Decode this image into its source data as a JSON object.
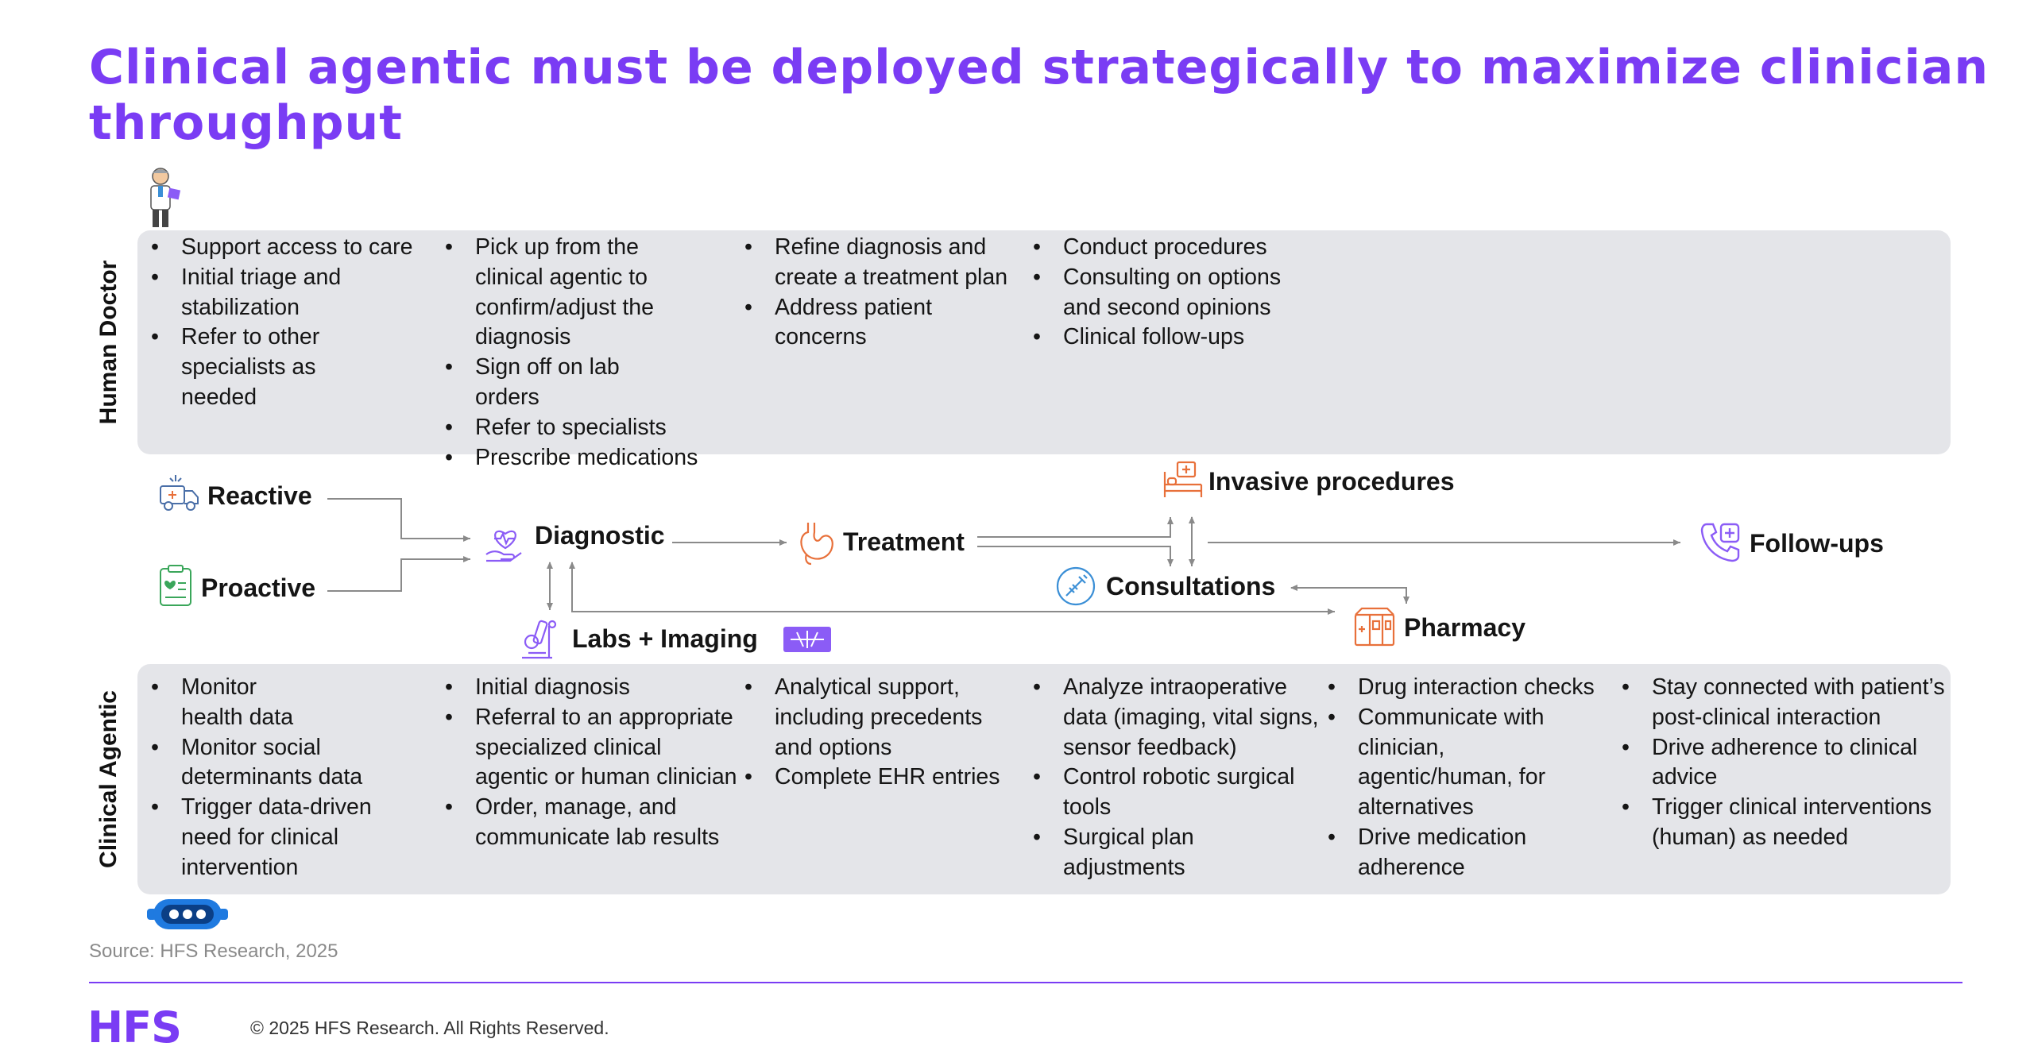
{
  "title": "Clinical agentic must be deployed strategically to maximize clinician throughput",
  "rows": {
    "top_label": "Human Doctor",
    "bottom_label": "Clinical Agentic"
  },
  "human_doctor": [
    [
      "Support access to care",
      "Initial triage and stabilization",
      "Refer to other specialists as needed"
    ],
    [
      "Pick up from the clinical agentic to confirm/adjust the diagnosis",
      "Sign off on lab orders",
      "Refer to specialists",
      "Prescribe medications"
    ],
    [
      "Refine diagnosis and create a treatment plan",
      "Address patient concerns"
    ],
    [
      "Conduct procedures",
      "Consulting on options and second opinions",
      "Clinical follow-ups"
    ]
  ],
  "clinical_agentic": [
    [
      "Monitor health data",
      "Monitor social determinants data",
      "Trigger data-driven need for clinical intervention"
    ],
    [
      "Initial diagnosis",
      "Referral to an appropriate specialized clinical agentic or human clinician",
      "Order, manage, and communicate lab results"
    ],
    [
      "Analytical support, including precedents and options",
      "Complete EHR entries"
    ],
    [
      "Analyze intraoperative data (imaging, vital signs, sensor feedback)",
      "Control robotic surgical tools",
      "Surgical plan adjustments"
    ],
    [
      "Drug interaction checks",
      "Communicate with clinician, agentic/human, for alternatives",
      "Drive medication adherence"
    ],
    [
      "Stay connected with patient’s post-clinical interaction",
      "Drive adherence to clinical advice",
      "Trigger clinical interventions (human) as needed"
    ]
  ],
  "flow": {
    "reactive": "Reactive",
    "proactive": "Proactive",
    "diagnostic": "Diagnostic",
    "labs_imaging": "Labs + Imaging",
    "treatment": "Treatment",
    "invasive": "Invasive procedures",
    "consultations": "Consultations",
    "pharmacy": "Pharmacy",
    "followups": "Follow-ups"
  },
  "icons": {
    "doctor": "doctor-icon",
    "robot": "robot-icon",
    "reactive": "ambulance-icon",
    "proactive": "clipboard-heart-icon",
    "diagnostic": "heart-hand-icon",
    "labs": "microscope-icon",
    "xray": "xray-icon",
    "treatment": "stomach-icon",
    "invasive": "hospital-bed-icon",
    "consultations": "syringe-icon",
    "pharmacy": "pharmacy-icon",
    "followups": "phone-medical-icon"
  },
  "colors": {
    "accent": "#7a3cf4",
    "panel": "#e4e5e9",
    "arrow": "#8a8a8a",
    "icon_orange": "#e8703a",
    "icon_blue": "#3b8fd6",
    "icon_purple": "#9b59d8",
    "icon_green": "#3aa65a"
  },
  "footer": {
    "source": "Source: HFS Research, 2025",
    "logo": "HFS",
    "copyright": "© 2025 HFS Research. All Rights Reserved."
  }
}
